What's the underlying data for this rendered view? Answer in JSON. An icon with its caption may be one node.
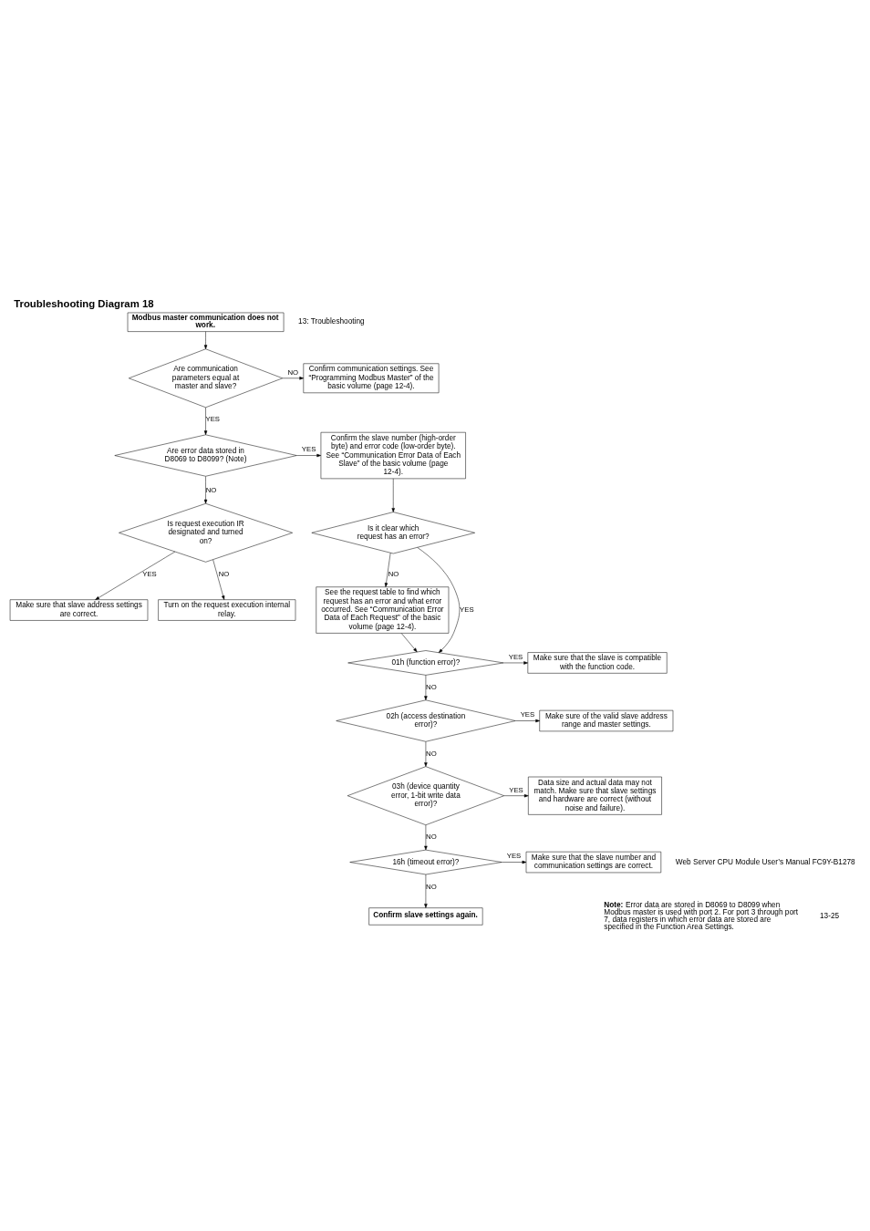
{
  "diagram": {
    "title": "Troubleshooting Diagram 18",
    "nodes": [
      {
        "text": [
          "Modbus master communication does not work."
        ]
      },
      {
        "text": [
          "Are communication parameters equal at master and slave?"
        ]
      },
      {
        "text": [
          "Confirm communication settings. See “Programming Modbus Master” of the basic volume (page 12-4)."
        ]
      },
      {
        "text": [
          "Are error data stored in D8069 to D8099? (Note)"
        ]
      },
      {
        "text": [
          "Confirm the slave number (high-order byte) and error code (low-order byte). See “Communication Error Data of Each Slave” of the basic volume (page 12-4)."
        ]
      },
      {
        "text": [
          "Is request execution IR designated and turned on?"
        ]
      },
      {
        "text": [
          "Make sure that slave address settings are correct."
        ]
      },
      {
        "text": [
          "Turn on the request execution internal relay."
        ]
      },
      {
        "text": [
          "Is it clear which request has an error?"
        ]
      },
      {
        "text": [
          "See the request table to find which request has an error and what error occurred. See “Communication Error Data of Each Request” of the basic volume (page 12-4)."
        ]
      },
      {
        "text": [
          "01h (function error)?"
        ]
      },
      {
        "text": [
          "Make sure that the slave is compatible with the function code."
        ]
      },
      {
        "text": [
          "02h (access destination error)?"
        ]
      },
      {
        "text": [
          "Make sure of the valid slave address range and master settings."
        ]
      },
      {
        "text": [
          "03h (device quantity error, 1-bit write data error)?"
        ]
      },
      {
        "text": [
          "Data size and actual data may not match. Make sure that slave settings and hardware are correct (without noise and failure)."
        ]
      },
      {
        "text": [
          "16h (timeout error)?"
        ]
      },
      {
        "text": [
          "Make sure that the slave number and communication settings are correct."
        ]
      },
      {
        "text": [
          "Confirm slave settings again."
        ]
      }
    ],
    "edges": [
      {
        "from": 0,
        "to": 1,
        "arrow": "to"
      },
      {
        "from": 1,
        "to": 2,
        "arrow": "to",
        "label": "NO"
      },
      {
        "from": 1,
        "to": 3,
        "arrow": "to",
        "label": "YES"
      },
      {
        "from": 3,
        "to": 4,
        "arrow": "to",
        "label": "YES"
      },
      {
        "from": 3,
        "to": 5,
        "arrow": "to",
        "label": "NO"
      },
      {
        "from": 5,
        "to": 6,
        "arrow": "to",
        "label": "YES"
      },
      {
        "from": 5,
        "to": 7,
        "arrow": "to",
        "label": "NO"
      },
      {
        "from": 4,
        "to": 8,
        "arrow": "to"
      },
      {
        "from": 8,
        "to": 9,
        "arrow": "to",
        "label": "NO"
      },
      {
        "from": 8,
        "to": 10,
        "arrow": "to",
        "label": "YES"
      },
      {
        "from": 9,
        "to": 10,
        "arrow": "to"
      },
      {
        "from": 10,
        "to": 11,
        "arrow": "to",
        "label": "YES"
      },
      {
        "from": 10,
        "to": 12,
        "arrow": "to",
        "label": "NO"
      },
      {
        "from": 12,
        "to": 13,
        "arrow": "to",
        "label": "YES"
      },
      {
        "from": 12,
        "to": 14,
        "arrow": "to",
        "label": "NO"
      },
      {
        "from": 14,
        "to": 15,
        "arrow": "to",
        "label": "YES"
      },
      {
        "from": 14,
        "to": 16,
        "arrow": "to",
        "label": "NO"
      },
      {
        "from": 16,
        "to": 17,
        "arrow": "to",
        "label": "YES"
      },
      {
        "from": 16,
        "to": 18,
        "arrow": "to",
        "label": "NO"
      }
    ],
    "labels": [
      "13: Troubleshooting",
      "**Note:** Error data are stored in D8069 to D8099 when Modbus master is used with port 2. For port 3 through port 7, data registers in which error data are stored are specified in the Function Area Settings.",
      "Web Server CPU Module User’s Manual FC9Y-B1278",
      "13-25"
    ]
  }
}
